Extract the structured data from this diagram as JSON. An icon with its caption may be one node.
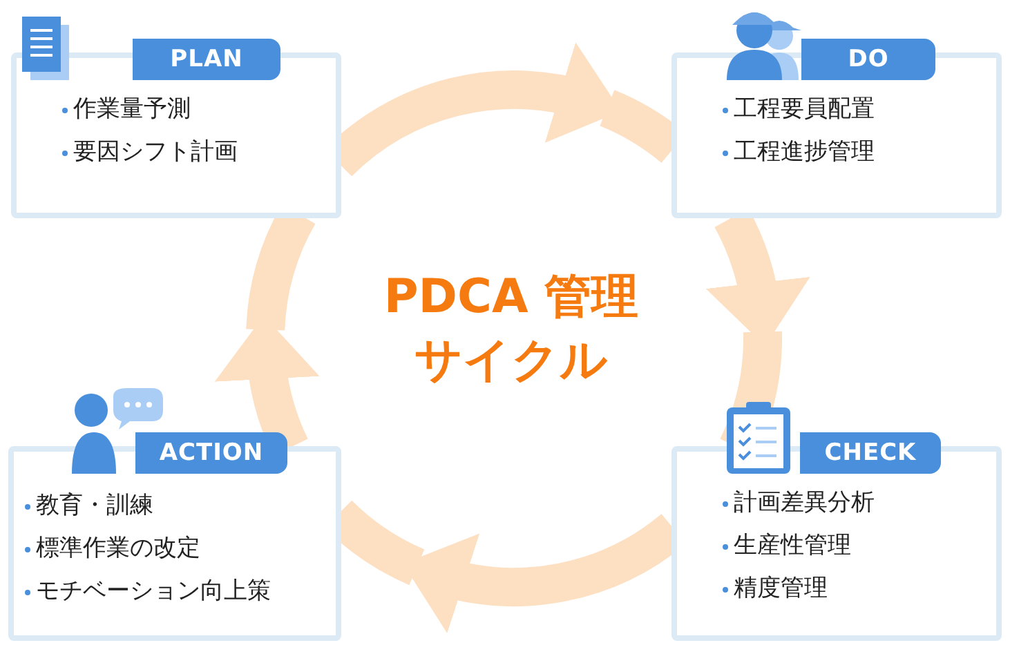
{
  "diagram": {
    "title": "PDCA 管理サイクル",
    "nodes": [
      {
        "text": [
          "PLAN",
          "作業量予測",
          "要因シフト計画"
        ]
      },
      {
        "text": [
          "DO",
          "工程要員配置",
          "工程進捗管理"
        ]
      },
      {
        "text": [
          "ACTION",
          "教育・訓練",
          "標準作業の改定",
          "モチベーション向上策"
        ]
      },
      {
        "text": [
          "CHECK",
          "計画差異分析",
          "生産性管理",
          "精度管理"
        ]
      }
    ],
    "edges": [
      {
        "from": 0,
        "to": 1,
        "arrow": "to"
      },
      {
        "from": 1,
        "to": 3,
        "arrow": "to"
      },
      {
        "from": 3,
        "to": 2,
        "arrow": "to"
      },
      {
        "from": 2,
        "to": 0,
        "arrow": "to"
      }
    ]
  }
}
